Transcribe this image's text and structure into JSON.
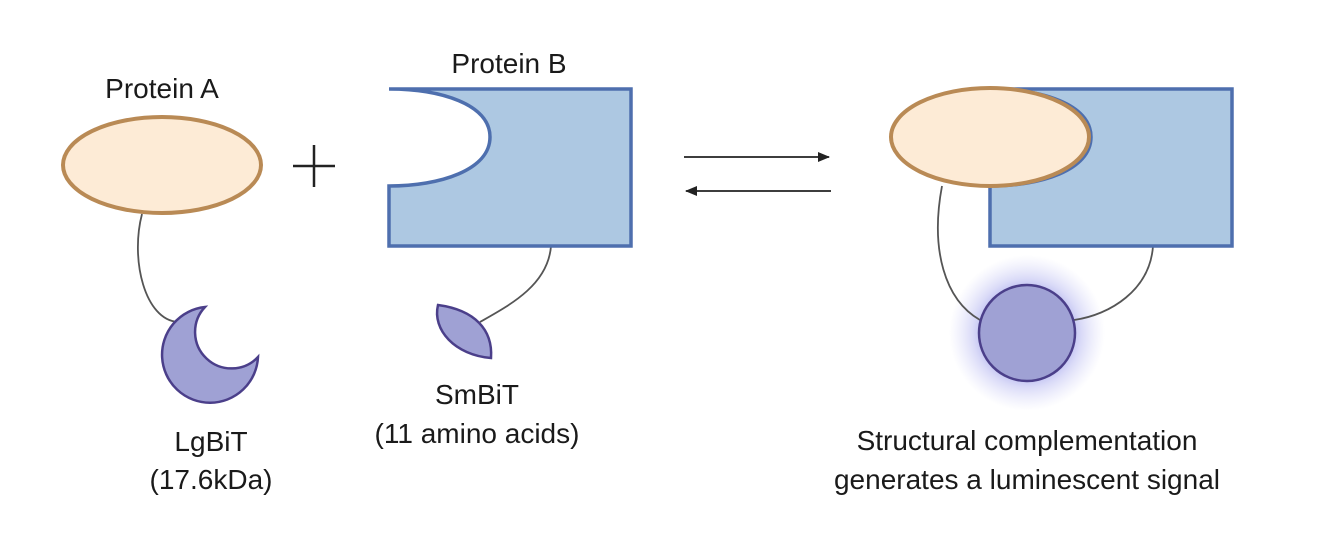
{
  "labels": {
    "protein_a": "Protein A",
    "protein_b": "Protein B",
    "plus": "+",
    "lgbit_name": "LgBiT",
    "lgbit_size": "(17.6kDa)",
    "smbit_name": "SmBiT",
    "smbit_size": "(11 amino acids)",
    "result_line1": "Structural complementation",
    "result_line2": "generates a luminescent signal"
  },
  "colors": {
    "protein_a_fill": "#fdebd6",
    "protein_a_stroke": "#b98a55",
    "protein_b_fill": "#adc8e2",
    "protein_b_stroke": "#4e6fae",
    "bit_fill": "#9fa1d4",
    "bit_stroke": "#4b3f8a",
    "linker": "#555555",
    "glow": "#7b7ee0",
    "arrow": "#222222"
  }
}
